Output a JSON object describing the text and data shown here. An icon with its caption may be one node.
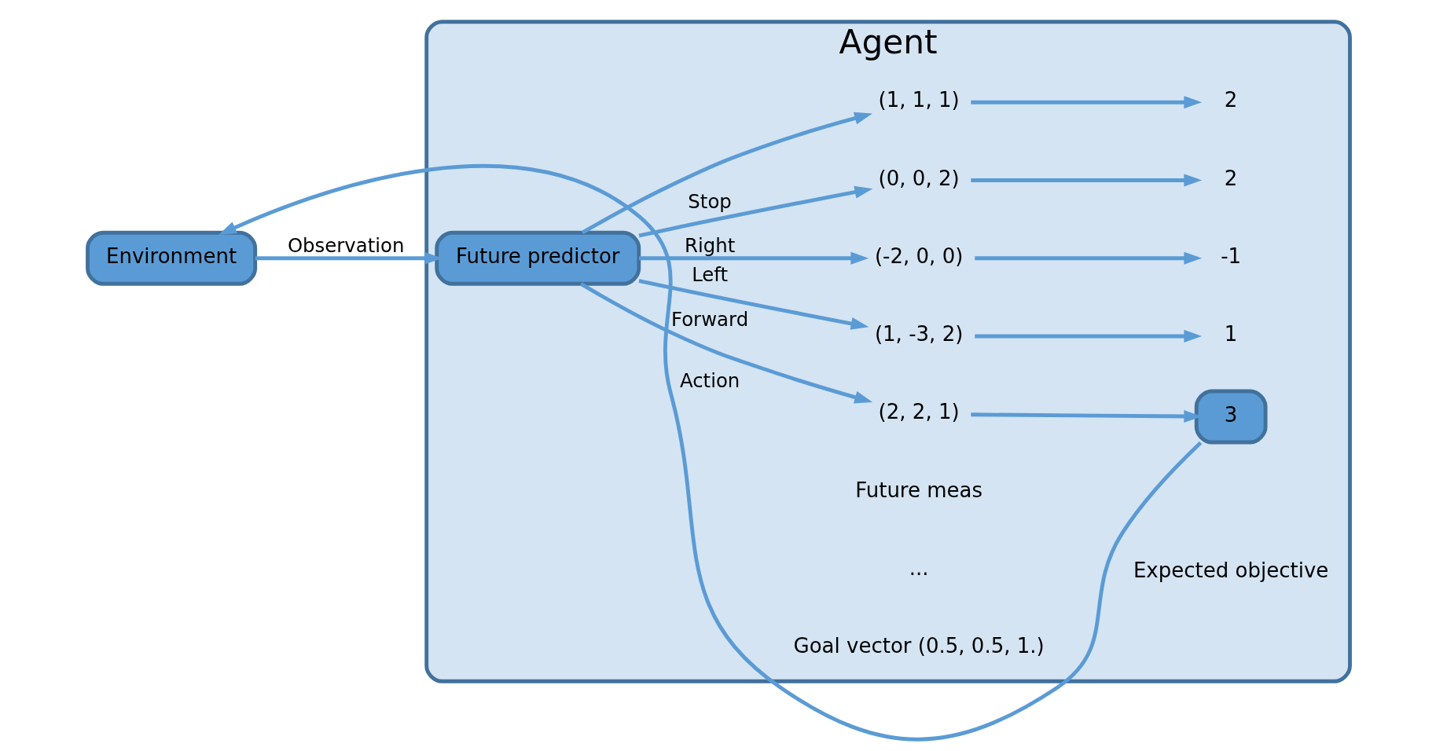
{
  "diagram": {
    "nodes": [
      {
        "text": [
          "Agent"
        ]
      },
      {
        "text": [
          "Environment"
        ]
      },
      {
        "text": [
          "Future predictor"
        ],
        "in": 0
      },
      {
        "text": [
          "(2, 2, 1)"
        ],
        "in": 0
      },
      {
        "text": [
          "(1, -3, 2)"
        ],
        "in": 0
      },
      {
        "text": [
          "(-2, 0, 0)"
        ],
        "in": 0
      },
      {
        "text": [
          "(0, 0, 2)"
        ],
        "in": 0
      },
      {
        "text": [
          "(1, 1, 1)"
        ],
        "in": 0
      },
      {
        "text": [
          "3"
        ],
        "in": 0
      },
      {
        "text": [
          "1"
        ],
        "in": 0
      },
      {
        "text": [
          "-1"
        ],
        "in": 0
      },
      {
        "text": [
          "2"
        ],
        "in": 0
      },
      {
        "text": [
          "2"
        ],
        "in": 0
      }
    ],
    "edges": [
      {
        "from": 1,
        "to": 2,
        "arrow": "to",
        "label": "Observation"
      },
      {
        "from": 2,
        "to": 3,
        "arrow": "to",
        "label": "Forward"
      },
      {
        "from": 2,
        "to": 4,
        "arrow": "to",
        "label": "Left"
      },
      {
        "from": 2,
        "to": 5,
        "arrow": "to",
        "label": "Right"
      },
      {
        "from": 2,
        "to": 6,
        "arrow": "to",
        "label": "Stop"
      },
      {
        "from": 2,
        "to": 7,
        "arrow": "to"
      },
      {
        "from": 3,
        "to": 8,
        "arrow": "to"
      },
      {
        "from": 4,
        "to": 9,
        "arrow": "to"
      },
      {
        "from": 5,
        "to": 10,
        "arrow": "to"
      },
      {
        "from": 6,
        "to": 11,
        "arrow": "to"
      },
      {
        "from": 7,
        "to": 12,
        "arrow": "to"
      },
      {
        "from": 8,
        "to": 1,
        "arrow": "to",
        "label": "Action"
      }
    ],
    "labels": [
      "Future meas",
      "Expected objective",
      "...",
      "Goal vector (0.5, 0.5, 1.)"
    ]
  }
}
